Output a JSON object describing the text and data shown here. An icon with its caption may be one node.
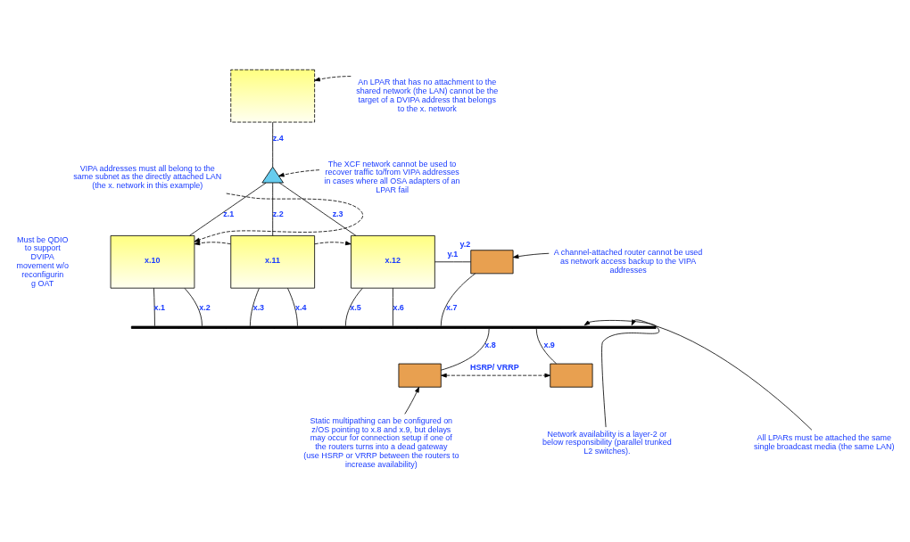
{
  "diagram": {
    "nodes": [
      {
        "text": [],
        "shape": "box"
      },
      {
        "text": [],
        "shape": "triangle"
      },
      {
        "text": [
          "x.10"
        ]
      },
      {
        "text": [
          "x.11"
        ]
      },
      {
        "text": [
          "x.12"
        ]
      },
      {
        "text": [],
        "shape": "box",
        "beside": [
          "y.2"
        ]
      },
      {
        "text": [],
        "shape": "bar"
      },
      {
        "text": [],
        "shape": "box"
      },
      {
        "text": [],
        "shape": "box"
      },
      {
        "text": [
          "An LPAR that has no attachment to the shared network (the LAN) cannot be the target of a DVIPA address that belongs to the x. network"
        ]
      },
      {
        "text": [
          "VIPA addresses must all belong to the same subnet as the directly attached LAN (the x. network in this example)"
        ]
      },
      {
        "text": [
          "The XCF network cannot be used to recover traffic to/from VIPA addresses in cases where all OSA adapters of an LPAR fail"
        ]
      },
      {
        "text": [
          "A channel-attached router cannot be used as network access backup to the VIPA addresses"
        ]
      },
      {
        "text": [
          "Static multipathing can be configured on z/OS pointing to x.8 and x.9, but delays may occur for connection setup if one of the routers turns into a dead gateway (use HSRP or VRRP between the routers to increase availability)"
        ]
      },
      {
        "text": [
          "Network availability is a layer-2 or below responsibility (parallel trunked L2 switches)."
        ]
      },
      {
        "text": [
          "All LPARs must be attached the same single broadcast media (the same LAN)"
        ]
      }
    ],
    "edges": [
      {
        "from": 0,
        "to": 1,
        "arrow": "none",
        "label": "z.4"
      },
      {
        "from": 1,
        "to": 2,
        "arrow": "none",
        "label": "z.1"
      },
      {
        "from": 1,
        "to": 3,
        "arrow": "none",
        "label": "z.2"
      },
      {
        "from": 1,
        "to": 4,
        "arrow": "none",
        "label": "z.3"
      },
      {
        "from": 3,
        "to": 2,
        "arrow": "to",
        "style": "dashed"
      },
      {
        "from": 3,
        "to": 4,
        "arrow": "to",
        "style": "dashed"
      },
      {
        "from": 4,
        "to": 5,
        "arrow": "none",
        "label": "y.1"
      },
      {
        "from": 2,
        "to": 6,
        "arrow": "none",
        "label": "x.1"
      },
      {
        "from": 2,
        "to": 6,
        "arrow": "none",
        "label": "x.2"
      },
      {
        "from": 3,
        "to": 6,
        "arrow": "none",
        "label": "x.3"
      },
      {
        "from": 3,
        "to": 6,
        "arrow": "none",
        "label": "x.4"
      },
      {
        "from": 4,
        "to": 6,
        "arrow": "none",
        "label": "x.5"
      },
      {
        "from": 4,
        "to": 6,
        "arrow": "none",
        "label": "x.6"
      },
      {
        "from": 5,
        "to": 6,
        "arrow": "none",
        "label": "x.7"
      },
      {
        "from": 6,
        "to": 7,
        "arrow": "none",
        "label": "x.8"
      },
      {
        "from": 6,
        "to": 8,
        "arrow": "none",
        "label": "x.9"
      },
      {
        "from": 7,
        "to": 8,
        "arrow": "both",
        "style": "dashed",
        "label": "HSRP/ VRRP"
      },
      {
        "from": 9,
        "to": 0,
        "arrow": "to",
        "style": "dashed"
      },
      {
        "from": 10,
        "to": 2,
        "arrow": "to",
        "style": "dashed"
      },
      {
        "from": 11,
        "to": 1,
        "arrow": "to",
        "style": "dashed"
      },
      {
        "from": 12,
        "to": 5,
        "arrow": "to"
      },
      {
        "from": 13,
        "to": 7,
        "arrow": "to"
      },
      {
        "from": 14,
        "to": 6,
        "arrow": "to"
      },
      {
        "from": 15,
        "to": 6,
        "arrow": "to"
      }
    ],
    "labels": [
      "Must be QDIO to support DVIPA movement w/o reconfiguring OAT"
    ]
  }
}
